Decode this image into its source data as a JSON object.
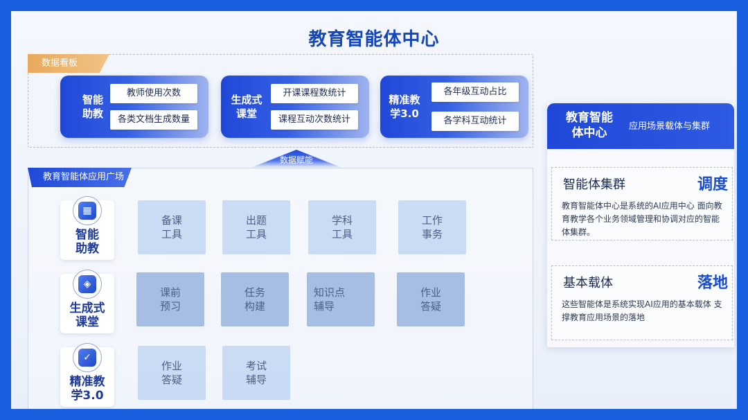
{
  "title": "教育智能体中心",
  "board": {
    "tag": "数据看板",
    "modules": [
      {
        "name": "智能\n助教",
        "metrics": [
          "教师使用次数",
          "各类文档生成数量"
        ]
      },
      {
        "name": "生成式\n课堂",
        "metrics": [
          "开课课程数统计",
          "课程互动次数统计"
        ]
      },
      {
        "name": "精准教\n学3.0",
        "metrics": [
          "各年级互动占比",
          "各学科互动统计"
        ]
      }
    ]
  },
  "enable_label": "数据赋能",
  "plaza": {
    "tag": "教育智能体应用广场",
    "rows": [
      {
        "label": "智能\n助教",
        "icon": "apps-icon",
        "tools": [
          "备课\n工具",
          "出题\n工具",
          "学科\n工具",
          "工作\n事务"
        ]
      },
      {
        "label": "生成式\n课堂",
        "icon": "cube-icon",
        "tools": [
          "课前\n预习",
          "任务\n构建",
          "知识点\n辅导",
          "作业\n答疑"
        ]
      },
      {
        "label": "精准教\n学3.0",
        "icon": "user-check-icon",
        "tools": [
          "作业\n答疑",
          "考试\n辅导"
        ]
      }
    ]
  },
  "panel": {
    "title": "教育智能\n体中心",
    "subtitle": "应用场景载体与集群",
    "sections": [
      {
        "title": "智能体集群",
        "tag": "调度",
        "text": "教育智能体中心是系统的AI应用中心 面向教育教学各个业务领域管理和协调对应的智能体集群。"
      },
      {
        "title": "基本载体",
        "tag": "落地",
        "text": "这些智能体是系统实现AI应用的基本载体 支撑教育应用场景的落地"
      }
    ]
  },
  "colors": {
    "primary": "#1f48d8",
    "accent": "#e8a95a",
    "frame": "#1a5fe0"
  }
}
